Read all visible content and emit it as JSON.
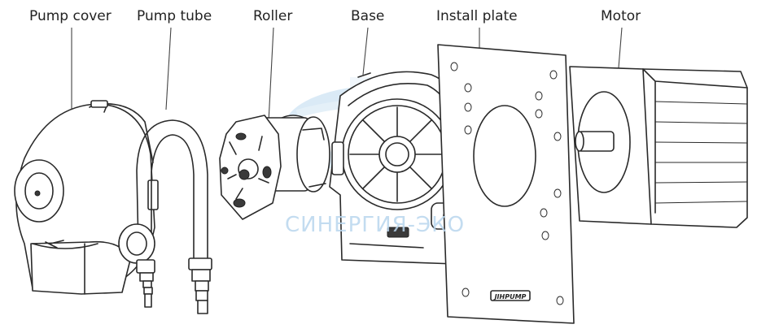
{
  "labels": {
    "pump_cover": "Pump cover",
    "pump_tube": "Pump tube",
    "roller": "Roller",
    "base": "Base",
    "install_plate": "Install plate",
    "motor": "Motor"
  },
  "plate_brand": "JIHPUMP",
  "watermark": {
    "text": "СИНЕРГИЯ-ЭКО",
    "color": "#b9d6ee"
  }
}
